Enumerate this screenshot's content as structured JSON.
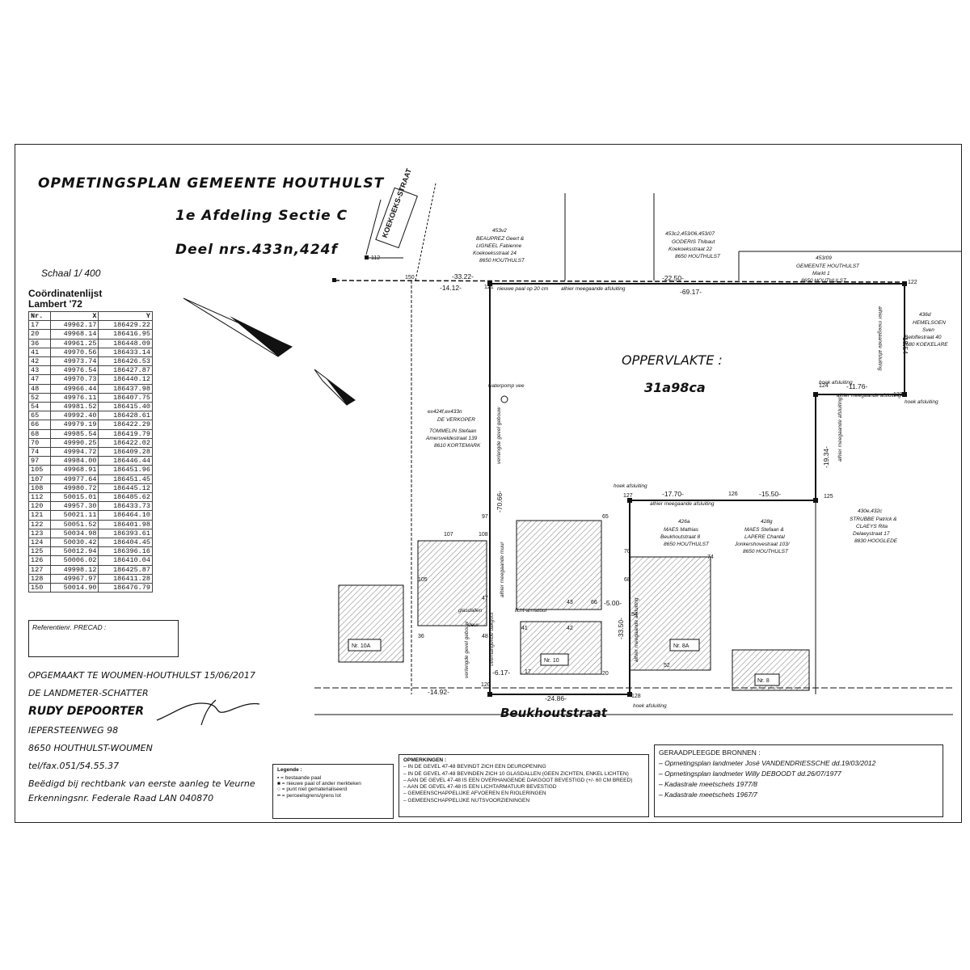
{
  "title": {
    "line1": "OPMETINGSPLAN  GEMEENTE  HOUTHULST",
    "line2": "1e Afdeling  Sectie C",
    "line3": "Deel nrs.433n,424f"
  },
  "scale": "Schaal 1/ 400",
  "coordinates": {
    "title_line1": "Coördinatenlijst",
    "title_line2": "Lambert '72",
    "headers": [
      "Nr.",
      "X",
      "Y"
    ],
    "rows": [
      [
        "17",
        "49962.17",
        "186429.22"
      ],
      [
        "20",
        "49968.14",
        "186416.95"
      ],
      [
        "36",
        "49961.25",
        "186448.09"
      ],
      [
        "41",
        "49970.56",
        "186433.14"
      ],
      [
        "42",
        "49973.74",
        "186426.53"
      ],
      [
        "43",
        "49976.54",
        "186427.87"
      ],
      [
        "47",
        "49970.73",
        "186440.12"
      ],
      [
        "48",
        "49966.44",
        "186437.98"
      ],
      [
        "52",
        "49976.11",
        "186407.75"
      ],
      [
        "54",
        "49981.52",
        "186415.40"
      ],
      [
        "65",
        "49992.40",
        "186428.61"
      ],
      [
        "66",
        "49979.19",
        "186422.29"
      ],
      [
        "68",
        "49985.54",
        "186419.79"
      ],
      [
        "70",
        "49990.25",
        "186422.02"
      ],
      [
        "74",
        "49994.72",
        "186409.28"
      ],
      [
        "97",
        "49984.00",
        "186446.44"
      ],
      [
        "105",
        "49968.91",
        "186451.96"
      ],
      [
        "107",
        "49977.64",
        "186451.45"
      ],
      [
        "108",
        "49980.72",
        "186445.12"
      ],
      [
        "112",
        "50015.01",
        "186485.62"
      ],
      [
        "120",
        "49957.30",
        "186433.73"
      ],
      [
        "121",
        "50021.11",
        "186464.10"
      ],
      [
        "122",
        "50051.52",
        "186401.98"
      ],
      [
        "123",
        "50034.98",
        "186393.61"
      ],
      [
        "124",
        "50030.42",
        "186404.45"
      ],
      [
        "125",
        "50012.94",
        "186396.16"
      ],
      [
        "126",
        "50006.02",
        "186410.04"
      ],
      [
        "127",
        "49998.12",
        "186425.87"
      ],
      [
        "128",
        "49967.97",
        "186411.28"
      ],
      [
        "150",
        "50014.90",
        "186476.79"
      ]
    ]
  },
  "reference": "Referentienr. PRECAD :",
  "surveyor": {
    "made_at": "OPGEMAAKT TE WOUMEN-HOUTHULST 15/06/2017",
    "role": "DE LANDMETER-SCHATTER",
    "name": "RUDY DEPOORTER",
    "street": "IEPERSTEENWEG 98",
    "city": "8650 HOUTHULST-WOUMEN",
    "phone": "tel/fax.051/54.55.37",
    "sworn": "Beëdigd bij rechtbank van eerste aanleg te Veurne",
    "license": "Erkenningsnr. Federale Raad LAN 040870"
  },
  "legend": {
    "title": "Legende :",
    "items": [
      "= bestaande paal",
      "= nieuwe paal of ander merkteken",
      "= punt niet gematerialiseerd",
      "= perceelsgrens/grens lot"
    ]
  },
  "remarks": {
    "title": "OPMERKINGEN :",
    "items": [
      "– IN DE GEVEL 47-48 BEVINDT ZICH EEN DEUROPENING",
      "– IN DE GEVEL 47-48 BEVINDEN ZICH 10 GLASDALLEN (GEEN ZICHTEN, ENKEL LICHTEN)",
      "– AAN DE GEVEL 47-48 IS EEN OVERHANGENDE DAKGOOT BEVESTIGD (+/- 60 CM BREED)",
      "– AAN DE GEVEL 47-48 IS EEN LICHTARMATUUR BEVESTIGD",
      "– GEMEENSCHAPPELIJKE AFVOEREN EN RIOLERINGEN",
      "– GEMEENSCHAPPELIJKE NUTSVOORZIENINGEN"
    ]
  },
  "sources": {
    "title": "GERAADPLEEGDE BRONNEN :",
    "items": [
      "– Opmetingsplan landmeter José VANDENDRIESSCHE dd.19/03/2012",
      "– Opmetingsplan landmeter Willy DEBOODT dd.26/07/1977",
      "– Kadastrale meetschets 1977/8",
      "– Kadastrale meetschets 1967/7"
    ]
  },
  "plan": {
    "area_label": "OPPERVLAKTE :",
    "area_value": "31a98ca",
    "street_main": "Beukhoutstraat",
    "street_side": "KOEKOEKS-STRAAT",
    "dimensions": [
      "-33.22-",
      "-14.12-",
      "-22.50-",
      "-69.17-",
      "-18.54-",
      "-11.76-",
      "-70.66-",
      "-19.34-",
      "-17.70-",
      "-15.50-",
      "-5.00-",
      "-33.50-",
      "-6.17-",
      "-14.92-",
      "-24.86-"
    ],
    "owners": {
      "p453v2": [
        "453v2",
        "BEAUPREZ Geert &",
        "LIGNEEL Fabienne",
        "Koekoeksstraat 24",
        "8650 HOUTHULST"
      ],
      "p453c2": [
        "453c2,453/06,453/07",
        "GODERIS Thibaut",
        "Koekoeksstraat 22",
        "8650 HOUTHULST"
      ],
      "p453_09": [
        "453/09",
        "GEMEENTE HOUTHULST",
        "Markt 1",
        "8650 HOUTHULST"
      ],
      "p436d": [
        "436d",
        "HEMELSOEN",
        "Sven",
        "Beloftestraat 40",
        "8680 KOEKELARE"
      ],
      "seller": [
        "ex424f,ex433n",
        "DE VERKOPER",
        "TOMMELIN Stefaan",
        "Amersveldestraat 139",
        "8610 KORTEMARK"
      ],
      "p426a": [
        "426a",
        "MAES Mathias",
        "Beukhoutstraat 8",
        "8650 HOUTHULST"
      ],
      "p428g": [
        "428g",
        "MAES Stefaan &",
        "LAPERE Chantal",
        "Jonkershovestraat 103/",
        "8650 HOUTHULST"
      ],
      "p430e": [
        "430e,432c",
        "STRUBBE Patrick &",
        "CLAEYS Rita",
        "Delaeystraat 17",
        "8830 HOOGLEDE"
      ]
    },
    "notes": {
      "new_post": "nieuwe paal op 20 cm",
      "common_fence": "alhier meegaande afsluiting",
      "waterpump": "waterpomp vee",
      "hoek": "hoek afsluiting",
      "extended": "verlengde gevel gebouw",
      "common_wall": "alhier meegaande muur",
      "glasdallen": "glasdallen",
      "deur": "deur",
      "licht": "licht-armatuur",
      "dakgoot": "overhangende dakgoot"
    },
    "houses": [
      "Nr. 10A",
      "Nr. 10",
      "Nr. 8A",
      "Nr. 8"
    ],
    "points": [
      "112",
      "150",
      "121",
      "122",
      "124",
      "123",
      "125",
      "126",
      "127",
      "97",
      "65",
      "107",
      "108",
      "105",
      "47",
      "43",
      "66",
      "48",
      "41",
      "42",
      "36",
      "17",
      "20",
      "120",
      "128",
      "70",
      "68",
      "74",
      "54",
      "52"
    ]
  }
}
